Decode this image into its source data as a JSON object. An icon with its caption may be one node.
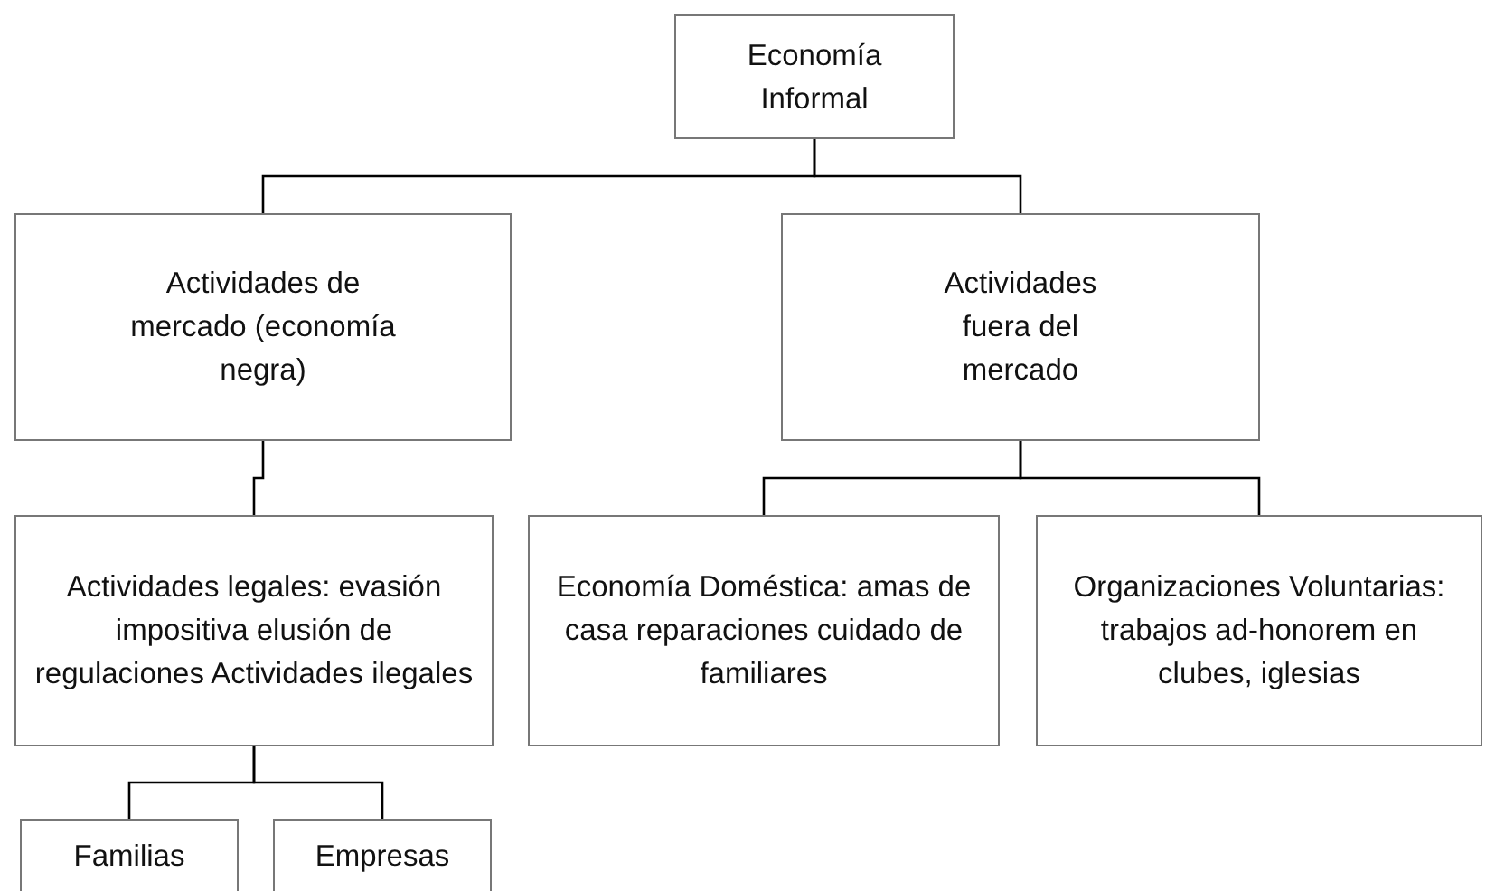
{
  "diagram": {
    "nodes": [
      {
        "text": [
          "Economía Informal"
        ]
      },
      {
        "text": [
          "Actividades de mercado (economía negra)"
        ]
      },
      {
        "text": [
          "Actividades fuera del mercado"
        ]
      },
      {
        "text": [
          "Actividades legales: evasión impositiva elusión de regulaciones Actividades ilegales"
        ]
      },
      {
        "text": [
          "Economía Doméstica: amas de casa reparaciones cuidado de familiares"
        ]
      },
      {
        "text": [
          "Organizaciones Voluntarias: trabajos ad-honorem en clubes, iglesias"
        ]
      },
      {
        "text": [
          "Familias"
        ]
      },
      {
        "text": [
          "Empresas"
        ]
      }
    ],
    "edges": [
      {
        "from": 0,
        "to": 1,
        "arrow": "none"
      },
      {
        "from": 0,
        "to": 2,
        "arrow": "none"
      },
      {
        "from": 1,
        "to": 3,
        "arrow": "none"
      },
      {
        "from": 2,
        "to": 4,
        "arrow": "none"
      },
      {
        "from": 2,
        "to": 5,
        "arrow": "none"
      },
      {
        "from": 3,
        "to": 6,
        "arrow": "none"
      },
      {
        "from": 3,
        "to": 7,
        "arrow": "none"
      }
    ]
  }
}
